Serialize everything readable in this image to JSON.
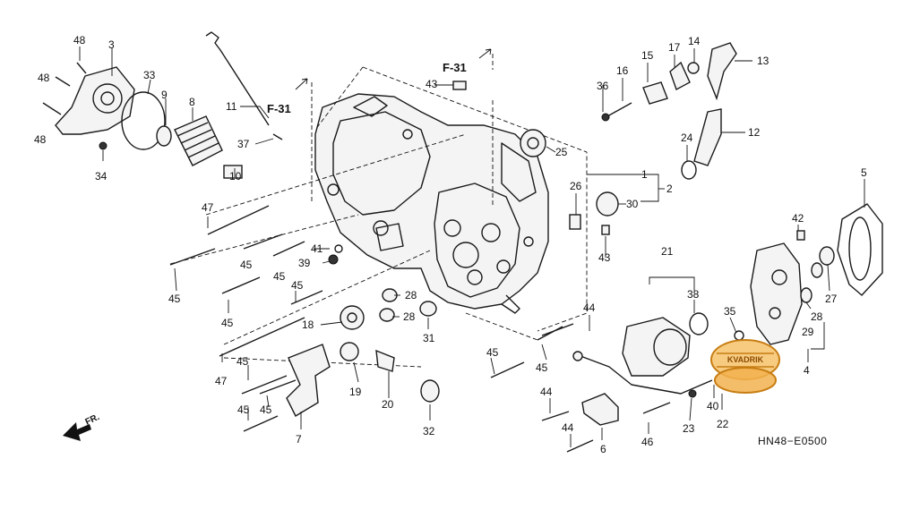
{
  "diagram": {
    "code": "HN48−E0500",
    "reference_label": "F-31",
    "direction_label": "FR.",
    "watermark_text": "KVADRIK",
    "colors": {
      "line": "#1a1a1a",
      "watermark": "#e8a33a"
    },
    "callouts": {
      "n1": "1",
      "n2": "2",
      "n3": "3",
      "n4": "4",
      "n5": "5",
      "n6": "6",
      "n7": "7",
      "n8": "8",
      "n9": "9",
      "n10": "10",
      "n11": "11",
      "n12": "12",
      "n13": "13",
      "n14": "14",
      "n15": "15",
      "n16": "16",
      "n17": "17",
      "n18": "18",
      "n19": "19",
      "n20": "20",
      "n21": "21",
      "n22": "22",
      "n23": "23",
      "n24": "24",
      "n25": "25",
      "n26": "26",
      "n27": "27",
      "n28": "28",
      "n29": "29",
      "n30": "30",
      "n31": "31",
      "n32": "32",
      "n33": "33",
      "n34": "34",
      "n35": "35",
      "n36": "36",
      "n37": "37",
      "n38": "38",
      "n39": "39",
      "n40": "40",
      "n41": "41",
      "n42": "42",
      "n43": "43",
      "n44": "44",
      "n45": "45",
      "n46": "46",
      "n47": "47",
      "n48": "48"
    }
  }
}
